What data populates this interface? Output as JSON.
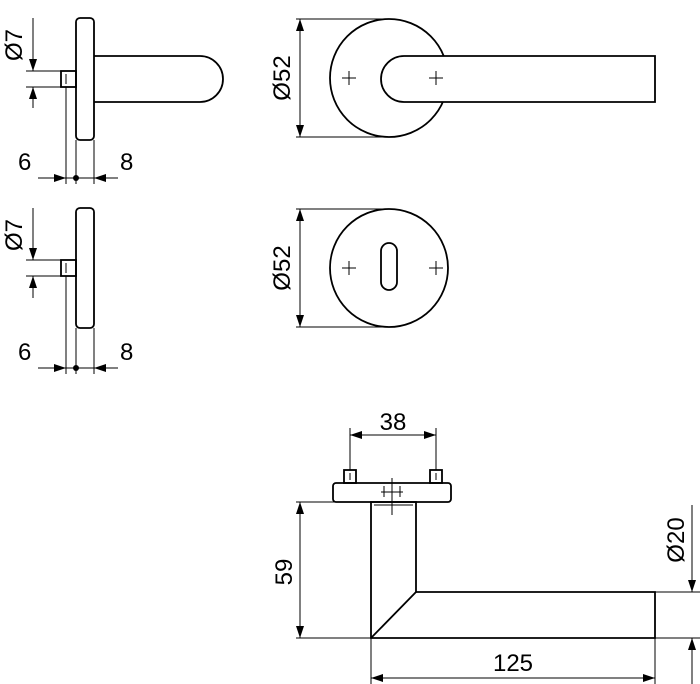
{
  "dimensions": {
    "side_view_top": {
      "pin_diameter": "Ø7",
      "left_offset": "6",
      "right_offset": "8"
    },
    "side_view_bottom": {
      "pin_diameter": "Ø7",
      "left_offset": "6",
      "right_offset": "8"
    },
    "front_rose": {
      "diameter": "Ø52"
    },
    "keyhole_rose": {
      "diameter": "Ø52"
    },
    "top_view": {
      "fixing_spacing": "38",
      "height": "59",
      "length": "125",
      "lever_diameter": "Ø20"
    }
  }
}
